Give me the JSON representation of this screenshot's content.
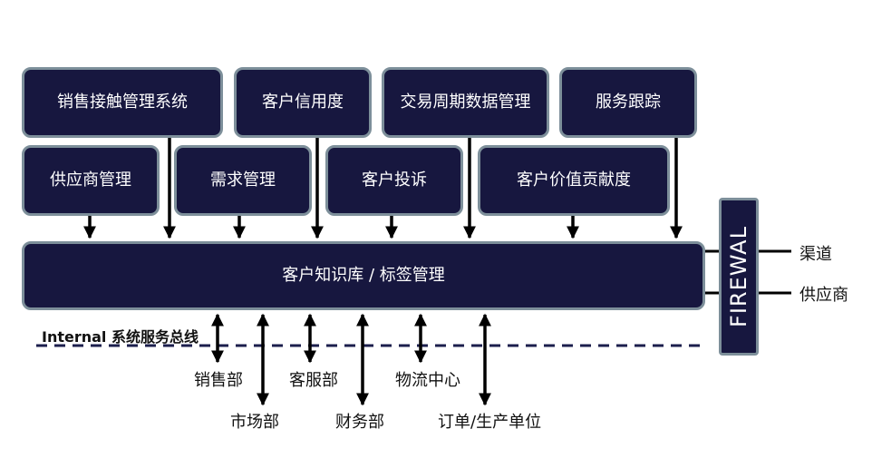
{
  "top_row": [
    {
      "label": "销售接触管理系统"
    },
    {
      "label": "客户信用度"
    },
    {
      "label": "交易周期数据管理"
    },
    {
      "label": "服务跟踪"
    }
  ],
  "second_row": [
    {
      "label": "供应商管理"
    },
    {
      "label": "需求管理"
    },
    {
      "label": "客户投诉"
    },
    {
      "label": "客户价值贡献度"
    }
  ],
  "core": {
    "label": "客户知识库 / 标签管理"
  },
  "firewall": {
    "label": "FIREWAL"
  },
  "external": [
    {
      "label": "渠道"
    },
    {
      "label": "供应商"
    }
  ],
  "bus": {
    "label": "Internal 系统服务总线"
  },
  "departments_upper": [
    {
      "label": "销售部"
    },
    {
      "label": "客服部"
    },
    {
      "label": "物流中心"
    }
  ],
  "departments_lower": [
    {
      "label": "市场部"
    },
    {
      "label": "财务部"
    },
    {
      "label": "订单/生产单位"
    }
  ],
  "colors": {
    "box_fill": "#17173f",
    "box_border": "#7d8f9a",
    "bus_line": "#1c1f4d"
  }
}
